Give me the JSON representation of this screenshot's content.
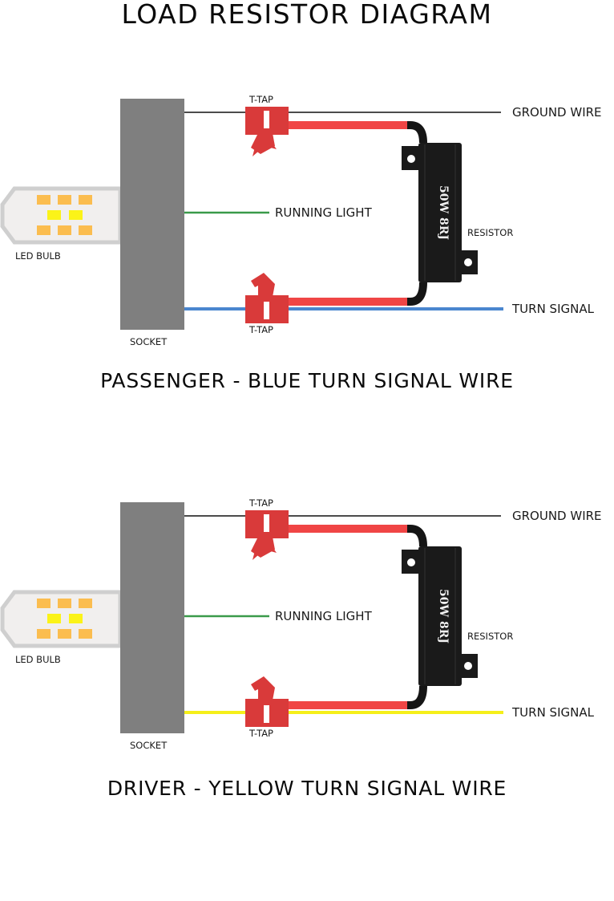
{
  "title": "LOAD RESISTOR DIAGRAM",
  "colors": {
    "socket": "#7f7f7f",
    "ground_wire": "#111111",
    "running_light_wire": "#3a9a4a",
    "t_tap": "#d93a3a",
    "red_lead": "#f04545",
    "black_lead": "#151515",
    "resistor_body": "#1a1a1a",
    "led_amber": "#fbbd4f",
    "led_yellow": "#fbf318",
    "bulb_fill": "#f1efee",
    "bulb_outline": "#cfcfcf"
  },
  "panels": [
    {
      "id": "passenger",
      "caption": "PASSENGER - BLUE TURN SIGNAL WIRE",
      "turn_signal_color": "#4a86cf",
      "labels": {
        "t_tap_top": "T-TAP",
        "t_tap_bottom": "T-TAP",
        "ground_wire": "GROUND WIRE",
        "running_light": "RUNNING LIGHT",
        "resistor": "RESISTOR",
        "turn_signal": "TURN SIGNAL",
        "led_bulb": "LED BULB",
        "socket": "SOCKET",
        "resistor_marking_1": "50W",
        "resistor_marking_2": "8RJ"
      }
    },
    {
      "id": "driver",
      "caption": "DRIVER - YELLOW TURN SIGNAL WIRE",
      "turn_signal_color": "#f5ef1a",
      "labels": {
        "t_tap_top": "T-TAP",
        "t_tap_bottom": "T-TAP",
        "ground_wire": "GROUND WIRE",
        "running_light": "RUNNING LIGHT",
        "resistor": "RESISTOR",
        "turn_signal": "TURN SIGNAL",
        "led_bulb": "LED BULB",
        "socket": "SOCKET",
        "resistor_marking_1": "50W",
        "resistor_marking_2": "8RJ"
      }
    }
  ]
}
